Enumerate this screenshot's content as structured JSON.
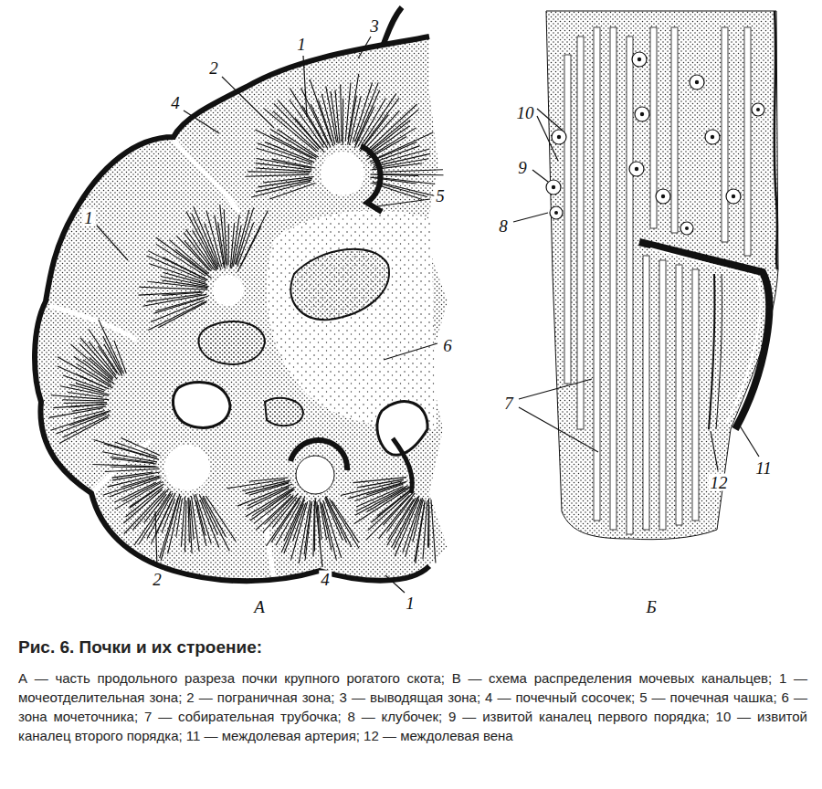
{
  "diagram": {
    "title": "Рис. 6. Почки и их строение:",
    "caption": "А — часть продольного разреза почки крупного рогатого скота; В — схема распределения мочевых канальцев; 1 — мочеотделительная зона; 2 — пограничная зона; 3 — выводящая зона; 4 — почечный сосочек; 5 — почечная чашка; 6 — зона мочеточника; 7 — собирательная трубочка; 8 — клубочек; 9 — извитой каналец первого порядка; 10 — извитой каналец второго порядка; 11 — междолевая артерия; 12 — междолевая вена",
    "labels": [
      "3",
      "1",
      "2",
      "4",
      "1",
      "5",
      "6",
      "2",
      "4",
      "1",
      "А",
      "10",
      "9",
      "8",
      "7",
      "12",
      "11",
      "Б"
    ]
  }
}
